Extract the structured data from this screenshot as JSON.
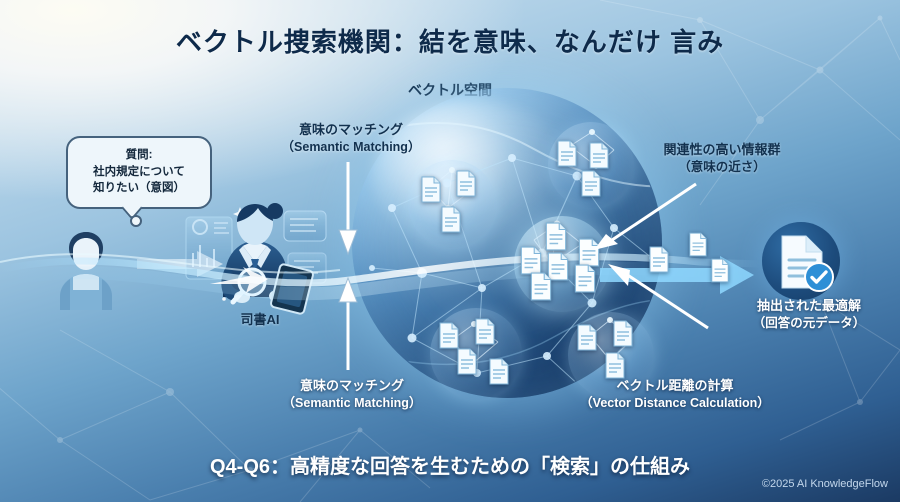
{
  "title": "ベクトル捜索機関：結を意味、なんだけ 言み",
  "space_label": "ベクトル空間",
  "caption": "Q4-Q6：高精度な回答を生むための「検索」の仕組み",
  "copyright": "©2025 AI KnowledgeFlow",
  "bubble": {
    "line1": "質問:",
    "line2": "社内規定について",
    "line3": "知りたい（意図）"
  },
  "librarian_label": "司書AI",
  "labels": {
    "semantic_top": {
      "jp": "意味のマッチング",
      "en": "（Semantic Matching）"
    },
    "semantic_bottom": {
      "jp": "意味のマッチング",
      "en": "（Semantic Matching）"
    },
    "relevance": {
      "jp": "関連性の高い情報群",
      "en": "（意味の近さ）"
    },
    "distance": {
      "jp": "ベクトル距離の計算",
      "en": "（Vector Distance Calculation）"
    },
    "result": {
      "jp": "抽出された最適解",
      "en": "（回答の元データ）"
    }
  },
  "icons": {
    "user": "user-person-icon",
    "librarian": "librarian-ai-icon",
    "magnifier": "magnifying-glass-icon",
    "tablet": "tablet-icon",
    "document": "document-icon",
    "check": "check-circle-icon",
    "flow_arrow": "flow-arrow-icon",
    "arrow_down": "arrow-down-icon",
    "arrow_up": "arrow-up-icon",
    "pointer_relevance": "pointer-arrow-icon",
    "pointer_distance": "pointer-arrow-icon"
  },
  "colors": {
    "title": "#0e2a4a",
    "caption": "#ffffff",
    "accent_cyan": "#8fd8ff",
    "sphere_core": "#1d4c7d",
    "bg_top": "#cfe2f0",
    "bg_bottom": "#1b3a63",
    "bubble_bg": "#eef6fb"
  },
  "sphere": {
    "clusters": [
      {
        "name": "cluster-upper-left",
        "docs": 3
      },
      {
        "name": "cluster-upper-right",
        "docs": 3
      },
      {
        "name": "cluster-center-hot",
        "docs": 6
      },
      {
        "name": "cluster-lower-left",
        "docs": 4
      },
      {
        "name": "cluster-lower-right",
        "docs": 3
      }
    ],
    "outflow_documents": 3
  }
}
